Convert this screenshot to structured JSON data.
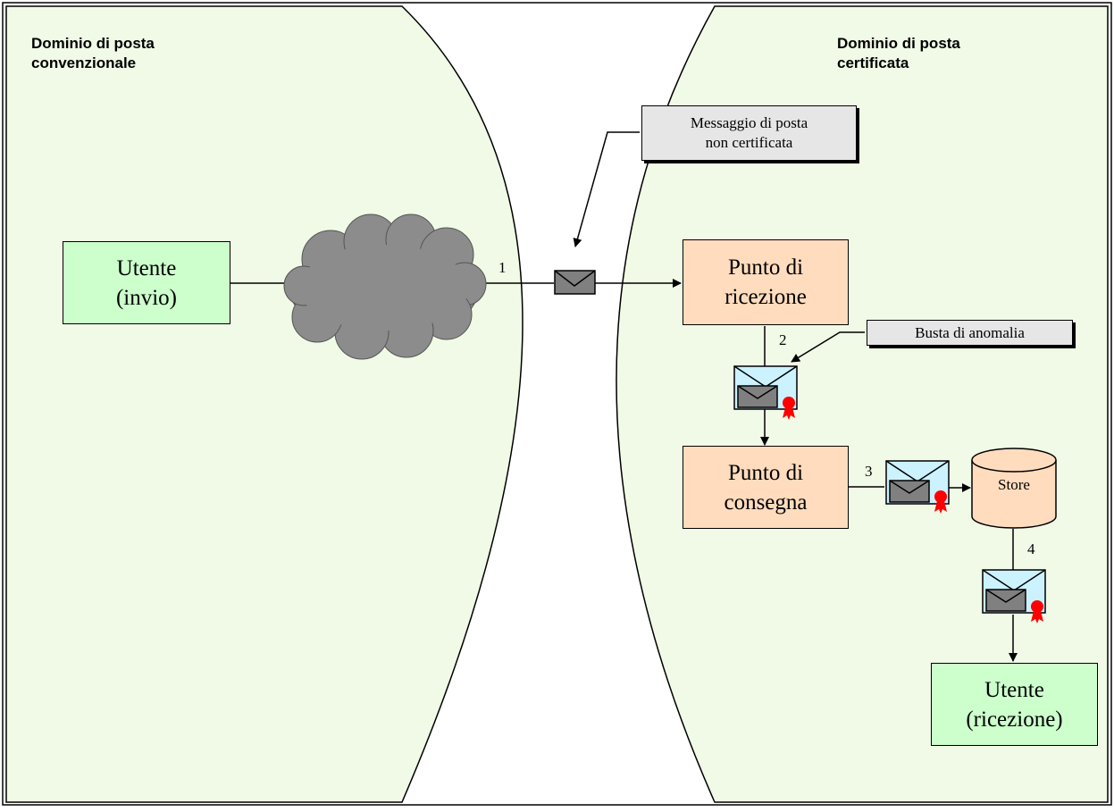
{
  "domains": {
    "left_title": "Dominio di posta\nconvenzionale",
    "right_title": "Dominio di posta\ncertificata"
  },
  "nodes": {
    "utente_invio": "Utente\n(invio)",
    "punto_ricezione": "Punto di\nricezione",
    "punto_consegna": "Punto di\nconsegna",
    "store": "Store",
    "utente_ricezione": "Utente\n(ricezione)"
  },
  "callouts": {
    "messaggio": "Messaggio di posta\nnon certificata",
    "busta": "Busta di anomalia"
  },
  "steps": [
    "1",
    "2",
    "3",
    "4"
  ],
  "colors": {
    "domain_fill": "#f0fae6",
    "user_fill": "#ccffcc",
    "point_fill": "#ffdcbe",
    "cloud_fill": "#8c8c8c",
    "envelope_fill": "#ccf2ff",
    "seal_red": "#ff0000"
  },
  "icons": [
    "cloud-icon",
    "envelope-icon",
    "certified-envelope-icon",
    "database-icon"
  ]
}
